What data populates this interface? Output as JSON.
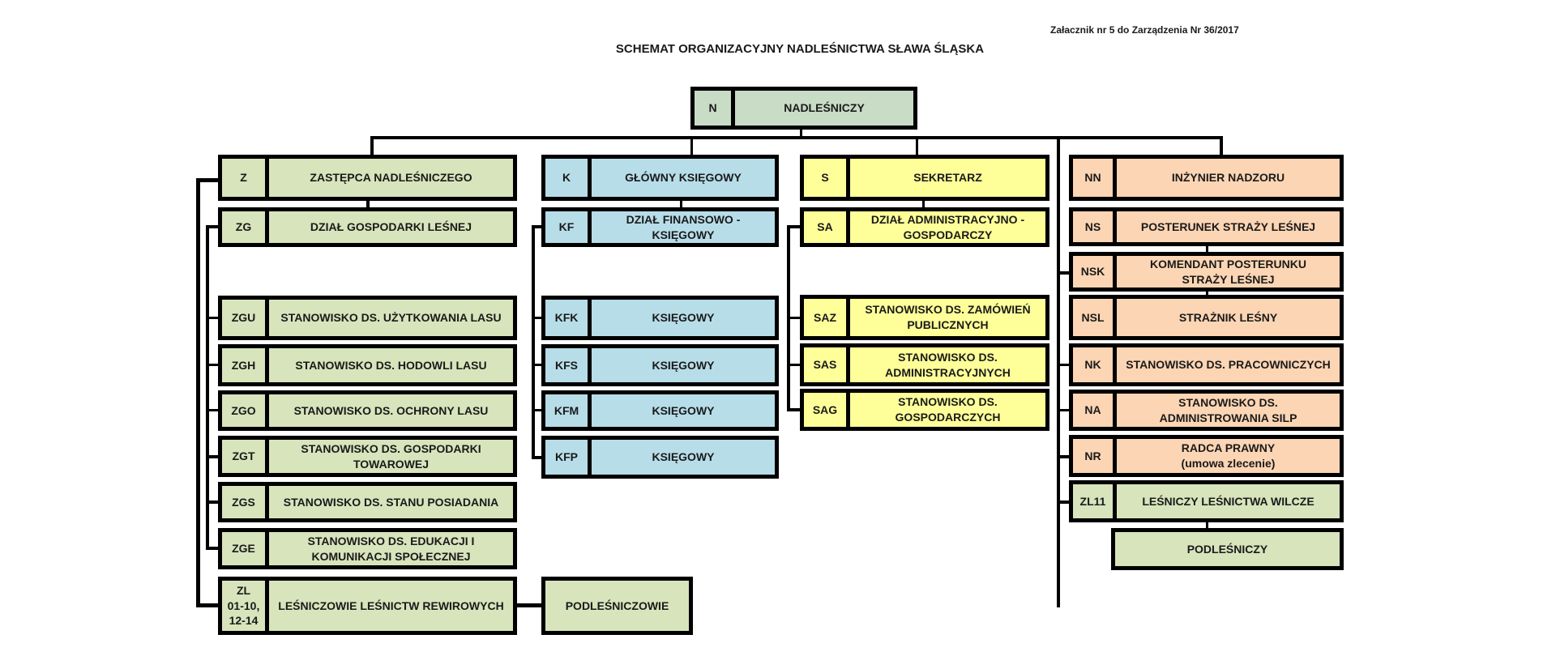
{
  "header": {
    "annex_note": "Załacznik nr 5 do Zarządzenia Nr 36/2017",
    "title": "SCHEMAT ORGANIZACYJNY NADLEŚNICTWA SŁAWA ŚLĄSKA"
  },
  "colors": {
    "top": "#c8dcc6",
    "forest": "#d8e4bc",
    "finance": "#b7dde8",
    "admin": "#ffff99",
    "supervision": "#fcd5b4",
    "border": "#000000"
  },
  "root": {
    "code": "N",
    "label": "NADLEŚNICZY"
  },
  "columns": {
    "deputy": {
      "head": {
        "code": "Z",
        "label": "ZASTĘPCA NADLEŚNICZEGO"
      },
      "department": {
        "code": "ZG",
        "label": "DZIAŁ GOSPODARKI LEŚNEJ"
      },
      "positions": [
        {
          "code": "ZGU",
          "label": "STANOWISKO DS. UŻYTKOWANIA LASU"
        },
        {
          "code": "ZGH",
          "label": "STANOWISKO DS. HODOWLI LASU"
        },
        {
          "code": "ZGO",
          "label": "STANOWISKO DS. OCHRONY LASU"
        },
        {
          "code": "ZGT",
          "label": "STANOWISKO DS. GOSPODARKI\nTOWAROWEJ"
        },
        {
          "code": "ZGS",
          "label": "STANOWISKO DS. STANU POSIADANIA"
        },
        {
          "code": "ZGE",
          "label": "STANOWISKO DS. EDUKACJI I\nKOMUNIKACJI SPOŁECZNEJ"
        }
      ],
      "foresters": {
        "code": "ZL\n01-10,\n12-14",
        "label": "LEŚNICZOWIE LEŚNICTW REWIROWYCH"
      },
      "sub_foresters": {
        "label": "PODLEŚNICZOWIE"
      }
    },
    "accountant": {
      "head": {
        "code": "K",
        "label": "GŁÓWNY KSIĘGOWY"
      },
      "department": {
        "code": "KF",
        "label": "DZIAŁ FINANSOWO -\nKSIĘGOWY"
      },
      "positions": [
        {
          "code": "KFK",
          "label": "KSIĘGOWY"
        },
        {
          "code": "KFS",
          "label": "KSIĘGOWY"
        },
        {
          "code": "KFM",
          "label": "KSIĘGOWY"
        },
        {
          "code": "KFP",
          "label": "KSIĘGOWY"
        }
      ]
    },
    "secretary": {
      "head": {
        "code": "S",
        "label": "SEKRETARZ"
      },
      "department": {
        "code": "SA",
        "label": "DZIAŁ ADMINISTRACYJNO -\nGOSPODARCZY"
      },
      "positions": [
        {
          "code": "SAZ",
          "label": "STANOWISKO DS. ZAMÓWIEŃ\nPUBLICZNYCH"
        },
        {
          "code": "SAS",
          "label": "STANOWISKO DS.\nADMINISTRACYJNYCH"
        },
        {
          "code": "SAG",
          "label": "STANOWISKO DS.\nGOSPODARCZYCH"
        }
      ]
    },
    "supervision": {
      "head": {
        "code": "NN",
        "label": "INŻYNIER NADZORU"
      },
      "items": [
        {
          "code": "NS",
          "label": "POSTERUNEK STRAŻY LEŚNEJ"
        },
        {
          "code": "NSK",
          "label": "KOMENDANT POSTERUNKU\nSTRAŻY LEŚNEJ"
        },
        {
          "code": "NSL",
          "label": "STRAŻNIK LEŚNY"
        },
        {
          "code": "NK",
          "label": "STANOWISKO DS. PRACOWNICZYCH"
        },
        {
          "code": "NA",
          "label": "STANOWISKO DS.\nADMINISTROWANIA SILP"
        },
        {
          "code": "NR",
          "label": "RADCA PRAWNY\n(umowa zlecenie)"
        }
      ],
      "forester": {
        "code": "ZL11",
        "label": "LEŚNICZY LEŚNICTWA WILCZE"
      },
      "sub_forester": {
        "label": "PODLEŚNICZY"
      }
    }
  }
}
